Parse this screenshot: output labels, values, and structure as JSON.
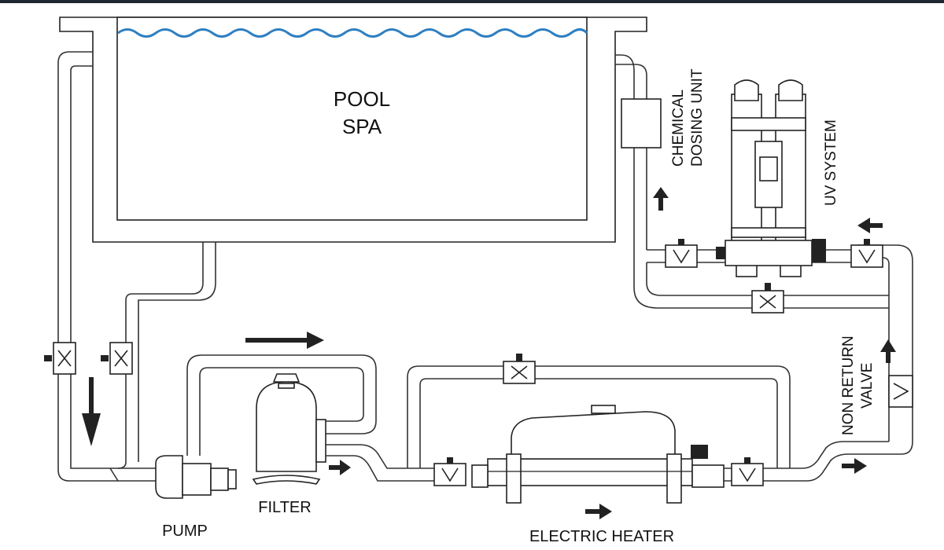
{
  "labels": {
    "pool_line1": "POOL",
    "pool_line2": "SPA",
    "chemical_line1": "CHEMICAL",
    "chemical_line2": "DOSING UNIT",
    "uv": "UV SYSTEM",
    "non_return_line1": "NON RETURN",
    "non_return_line2": "VALVE",
    "filter": "FILTER",
    "pump": "PUMP",
    "heater": "ELECTRIC HEATER"
  },
  "colors": {
    "water": "#2f7fc1",
    "line": "#222222",
    "header_bar": "#1f2733"
  }
}
